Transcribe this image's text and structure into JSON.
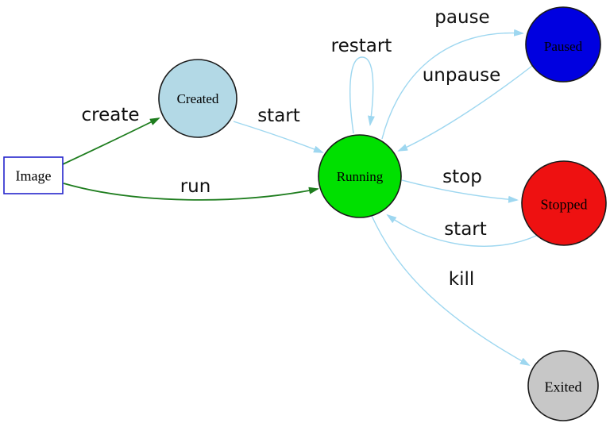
{
  "colors": {
    "edge_blue": "#9ed7f0",
    "edge_green": "#1e7d1e",
    "label_text": "#111111",
    "node_border": "#1a1a1a",
    "image_border": "#2424cc",
    "background": "#ffffff"
  },
  "nodes": [
    {
      "id": "image",
      "label": "Image",
      "shape": "rect",
      "fill": "#ffffff"
    },
    {
      "id": "created",
      "label": "Created",
      "shape": "circle",
      "fill": "#b3d9e6"
    },
    {
      "id": "running",
      "label": "Running",
      "shape": "circle",
      "fill": "#00e000"
    },
    {
      "id": "paused",
      "label": "Paused",
      "shape": "circle",
      "fill": "#0000e0"
    },
    {
      "id": "stopped",
      "label": "Stopped",
      "shape": "circle",
      "fill": "#ee1111"
    },
    {
      "id": "exited",
      "label": "Exited",
      "shape": "circle",
      "fill": "#c7c7c7"
    }
  ],
  "edges": [
    {
      "label": "create",
      "from": "Image",
      "to": "Created",
      "color": "green"
    },
    {
      "label": "run",
      "from": "Image",
      "to": "Running",
      "color": "green"
    },
    {
      "label": "start",
      "from": "Created",
      "to": "Running",
      "color": "blue"
    },
    {
      "label": "restart",
      "from": "Running",
      "to": "Running",
      "color": "blue"
    },
    {
      "label": "pause",
      "from": "Running",
      "to": "Paused",
      "color": "blue"
    },
    {
      "label": "unpause",
      "from": "Paused",
      "to": "Running",
      "color": "blue"
    },
    {
      "label": "stop",
      "from": "Running",
      "to": "Stopped",
      "color": "blue"
    },
    {
      "label": "start",
      "from": "Stopped",
      "to": "Running",
      "color": "blue"
    },
    {
      "label": "kill",
      "from": "Running",
      "to": "Exited",
      "color": "blue"
    }
  ]
}
